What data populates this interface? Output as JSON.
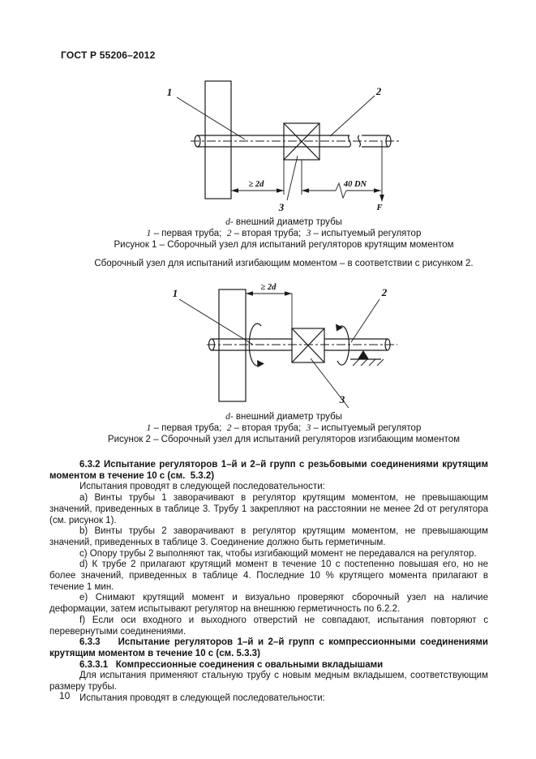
{
  "page": {
    "header": "ГОСТ Р 55206–2012",
    "page_number": "10"
  },
  "figure1": {
    "labels": {
      "n1": "1",
      "n2": "2",
      "n3": "3",
      "dim_left": "≥ 2d",
      "dim_right": "40 DN",
      "force": "F"
    },
    "caption": {
      "d_sym": "d-",
      "d_text": " внешний диаметр трубы",
      "n1": "1",
      "t1": " – первая труба;  ",
      "n2": "2",
      "t2": " – вторая труба;  ",
      "n3": "3",
      "t3": " – испытуемый регулятор",
      "title": "Рисунок 1 – Сборочный узел для испытаний регуляторов крутящим моментом"
    }
  },
  "between_text": "Сборочный узел для испытаний изгибающим моментом – в соответствии с рисунком 2.",
  "figure2": {
    "labels": {
      "n1": "1",
      "n2": "2",
      "n3": "3",
      "dim_left": "≥ 2d"
    },
    "caption": {
      "d_sym": "d-",
      "d_text": " внешний диаметр трубы",
      "n1": "1",
      "t1": " – первая труба;  ",
      "n2": "2",
      "t2": " – вторая труба;  ",
      "n3": "3",
      "t3": " – испытуемый регулятор",
      "title": "Рисунок 2 – Сборочный узел для испытаний регуляторов изгибающим моментом"
    }
  },
  "sections": {
    "h632": "6.3.2 Испытание регуляторов 1–й и 2–й групп с резьбовыми соединениями крутящим моментом в течение 10 с (см.  5.3.2)",
    "p_intro": "Испытания проводят в следующей последовательности:",
    "p_a": "а) Винты трубы 1 заворачивают в регулятор крутящим моментом, не превышающим значений, приведенных в таблице 3. Трубу 1 закрепляют на расстоянии не менее 2d от регулятора (см. рисунок 1).",
    "p_b": "b) Винты трубы 2 заворачивают в регулятор крутящим моментом, не превышающим значений, приведенных в таблице 3. Соединение должно быть герметичным.",
    "p_c": "с) Опору трубы 2 выполняют так, чтобы изгибающий момент не передавался на регулятор.",
    "p_d": "d) К трубе 2 прилагают крутящий момент в течение 10 с постепенно повышая его, но не более значений, приведенных в таблице 4. Последние 10 % крутящего момента прилагают в течение 1 мин.",
    "p_e": "е) Снимают крутящий момент и визуально проверяют сборочный узел на наличие деформации, затем испытывают регулятор на внешнюю герметичность по 6.2.2.",
    "p_f": "f) Если оси входного и выходного отверстий не совпадают, испытания повторяют с перевернутыми соединениями.",
    "h633": "6.3.3    Испытание регуляторов 1–й и 2–й групп с компрессионными соединениями крутящим моментом в течение 10 с (см. 5.3.3)",
    "h6331": "6.3.3.1   Компрессионные соединения с овальными вкладышами",
    "p_g": "Для испытания применяют стальную трубу с новым медным вкладышем, соответствующим размеру трубы.",
    "p_h": "Испытания проводят в следующей последовательности:"
  }
}
